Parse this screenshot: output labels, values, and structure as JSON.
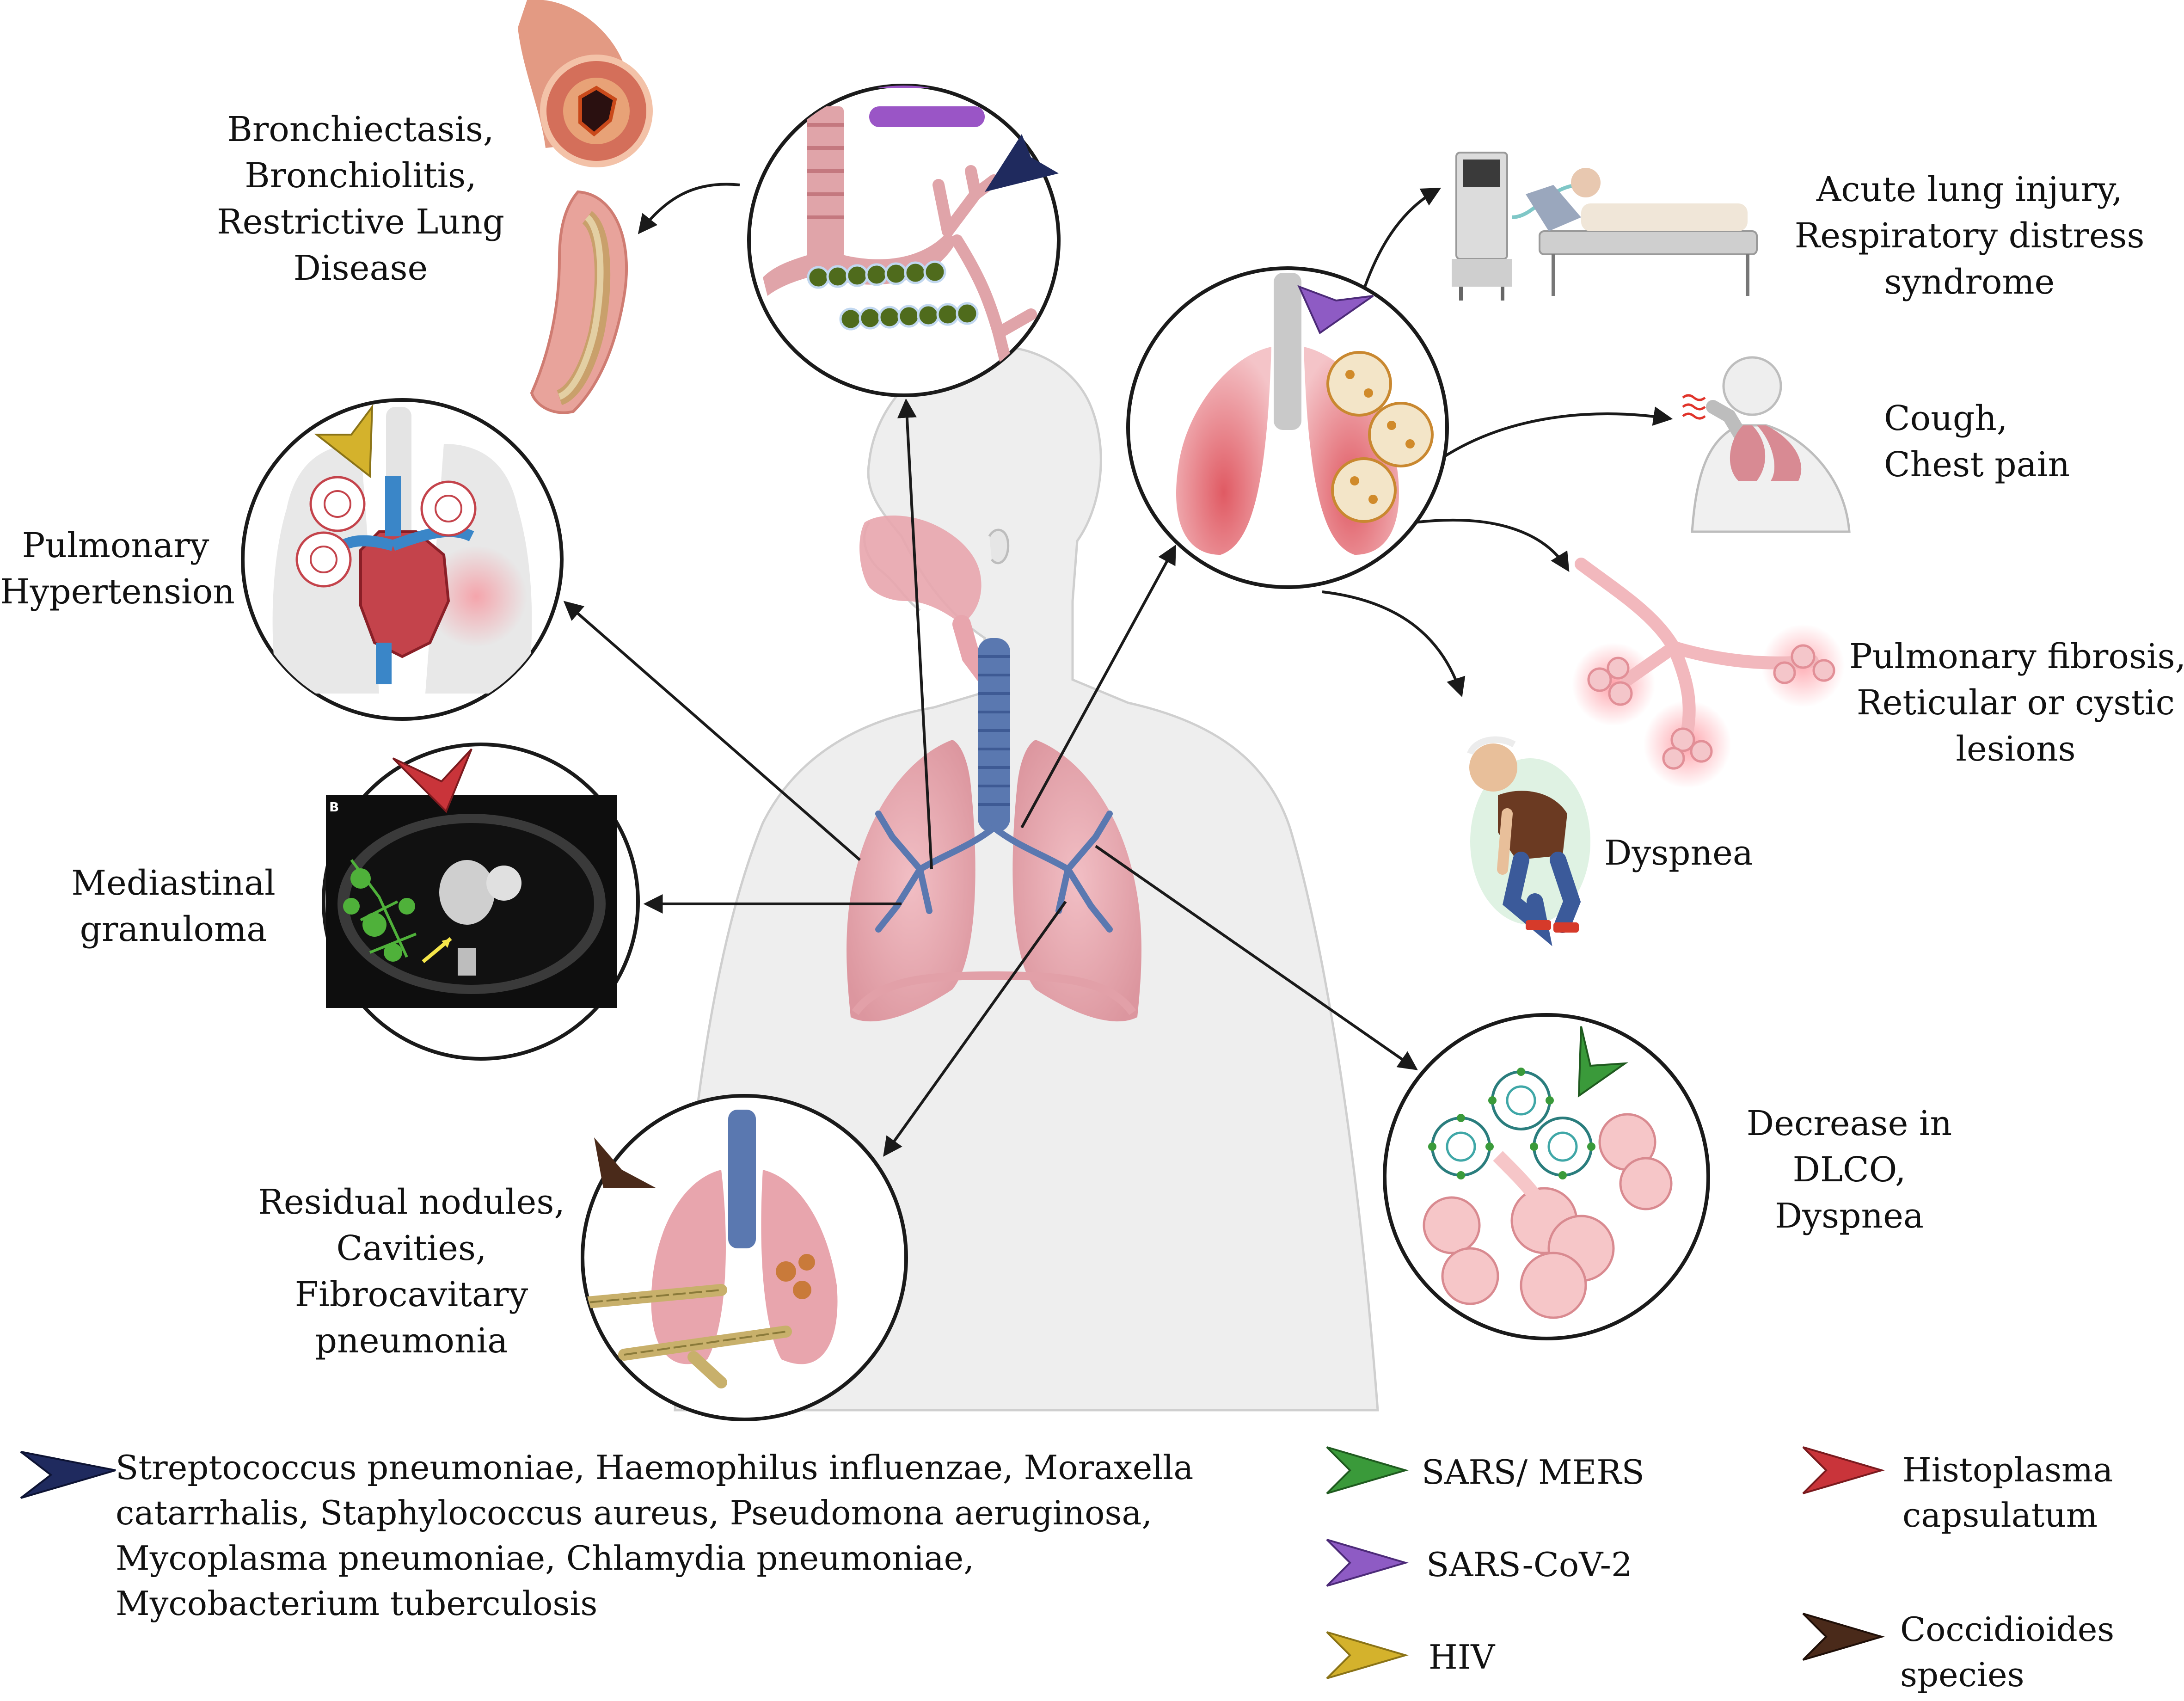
{
  "labels": {
    "airway_disease": [
      "Bronchiectasis,",
      "Bronchiolitis,",
      "Restrictive Lung",
      "Disease"
    ],
    "pulmonary_hypertension": [
      "Pulmonary",
      "Hypertension"
    ],
    "mediastinal_granuloma": [
      "Mediastinal",
      "granuloma"
    ],
    "residual_nodules": [
      "Residual nodules,",
      "Cavities,",
      "Fibrocavitary",
      "pneumonia"
    ],
    "acute_lung_injury": [
      "Acute lung injury,",
      "Respiratory distress",
      "syndrome"
    ],
    "cough": [
      "Cough,",
      "Chest pain"
    ],
    "fibrosis": [
      "Pulmonary fibrosis,",
      "Reticular or cystic",
      "lesions"
    ],
    "dyspnea": [
      "Dyspnea"
    ],
    "dlco": [
      "Decrease in",
      "DLCO,",
      "Dyspnea"
    ]
  },
  "ct_panel_letter": "B",
  "legend": [
    {
      "id": "bacteria",
      "color": "#1f2a5e",
      "lines": [
        "Streptococcus pneumoniae, Haemophilus influenzae, Moraxella",
        "catarrhalis, Staphylococcus aureus, Pseudomona aeruginosa,",
        "Mycoplasma pneumoniae, Chlamydia pneumoniae,",
        "Mycobacterium tuberculosis"
      ]
    },
    {
      "id": "sars-mers",
      "color": "#3a9a3a",
      "lines": [
        "SARS/ MERS"
      ]
    },
    {
      "id": "sars-cov-2",
      "color": "#8e5bc4",
      "lines": [
        "SARS-CoV-2"
      ]
    },
    {
      "id": "hiv",
      "color": "#d4b22c",
      "lines": [
        "HIV"
      ]
    },
    {
      "id": "histoplasma",
      "color": "#c9343a",
      "lines": [
        "Histoplasma",
        "capsulatum"
      ]
    },
    {
      "id": "coccidioides",
      "color": "#4a2a1a",
      "lines": [
        "Coccidioides",
        "species"
      ]
    }
  ],
  "colors": {
    "lung": "#e8a5ad",
    "trachea": "#5a78b0",
    "body": "#eeeeee",
    "arrow": "#1a1a1a"
  }
}
